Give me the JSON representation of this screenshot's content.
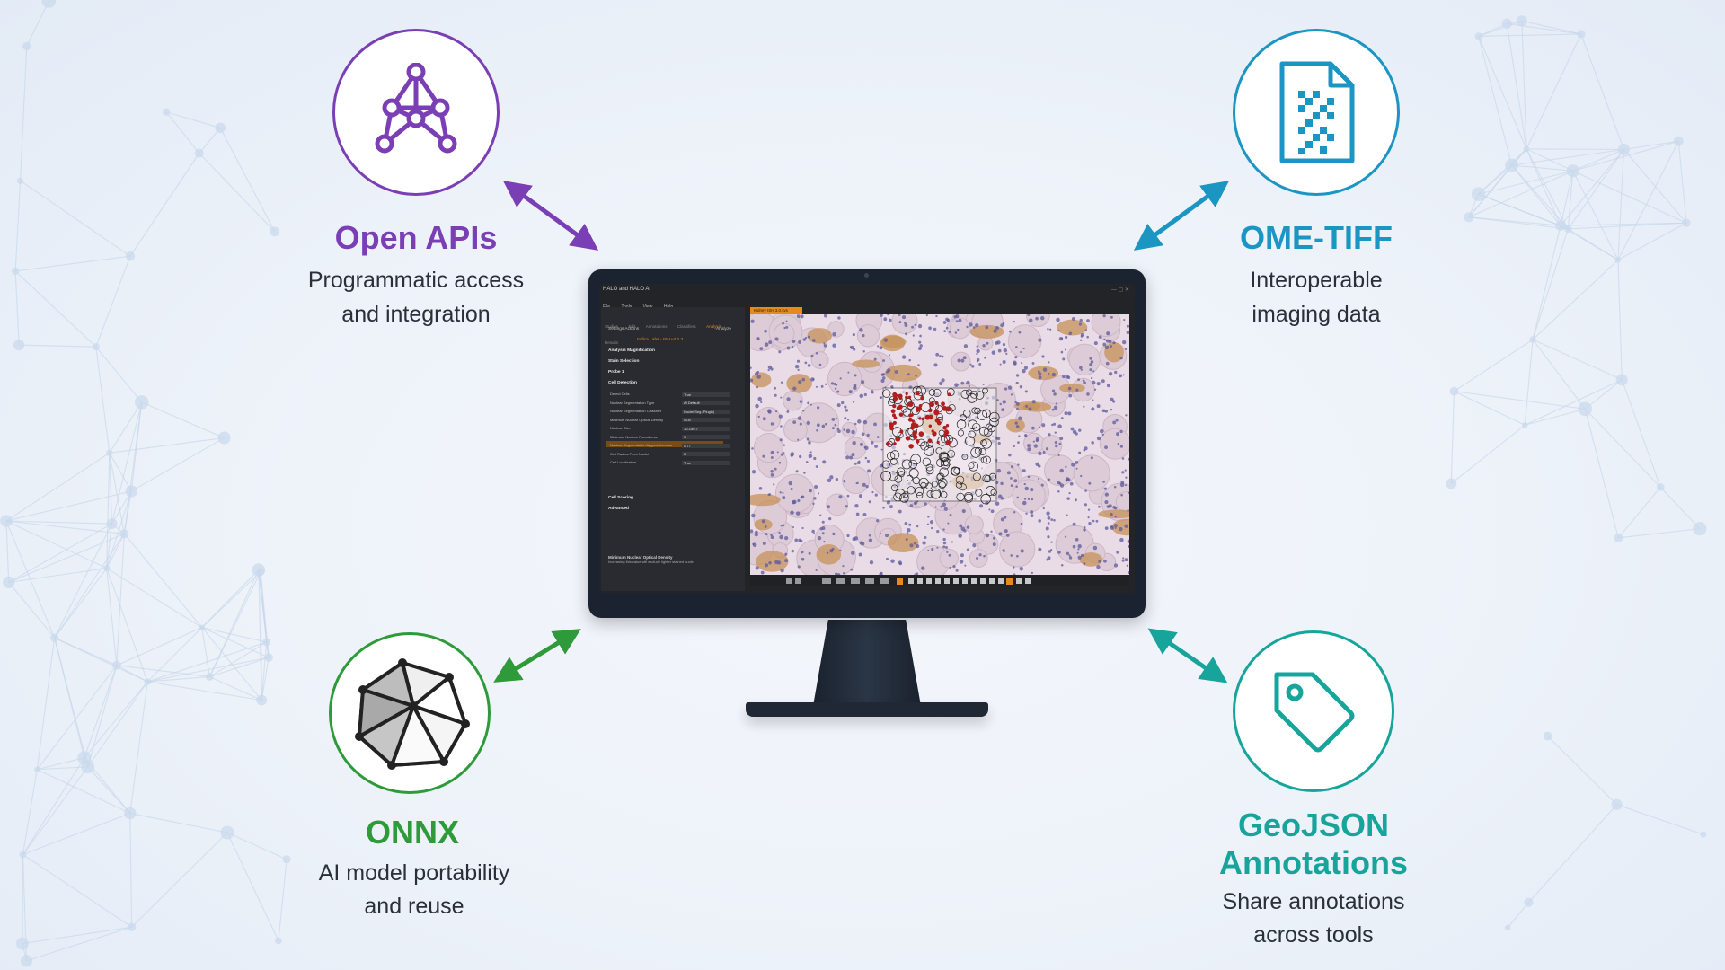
{
  "features": [
    {
      "id": "open-apis",
      "title": "Open APIs",
      "desc_line1": "Programmatic access",
      "desc_line2": "and integration",
      "color": "#7b3fb5",
      "icon": "network-graph-icon"
    },
    {
      "id": "ome-tiff",
      "title": "OME-TIFF",
      "desc_line1": "Interoperable",
      "desc_line2": "imaging data",
      "color": "#1b95c2",
      "icon": "document-grid-icon"
    },
    {
      "id": "onnx",
      "title": "ONNX",
      "desc_line1": "AI model portability",
      "desc_line2": "and reuse",
      "color": "#2f9a3a",
      "icon": "polyhedron-icon"
    },
    {
      "id": "geojson",
      "title_line1": "GeoJSON",
      "title_line2": "Annotations",
      "desc_line1": "Share annotations",
      "desc_line2": "across tools",
      "color": "#17a59b",
      "icon": "tag-icon"
    }
  ],
  "monitor": {
    "app_title": "HALO and HALO AI",
    "menu": [
      "File",
      "Tools",
      "View",
      "Help"
    ],
    "panel_tabs": [
      "Studies",
      "Edit",
      "Annotations",
      "Classifiers",
      "Analysis",
      "Results"
    ],
    "settings_label": "Settings Actions",
    "analyze_label": "Analyze",
    "analysis_label": "Indica Labs - ISH v4.2.3",
    "sections": [
      "Analysis Magnification",
      "Stain Selection",
      "Probe 1",
      "Cell Detection"
    ],
    "params": [
      {
        "label": "Detect Cells",
        "value": "True"
      },
      {
        "label": "Nuclear Segmentation Type",
        "value": "AI Default"
      },
      {
        "label": "Nuclear Segmentation Classifier",
        "value": "Nuclei Seg (Plugin)"
      },
      {
        "label": "Minimum Nuclear Optical Density",
        "value": "0.05"
      },
      {
        "label": "Nuclear Size",
        "value": "10-150.7"
      },
      {
        "label": "Minimum Nuclear Roundness",
        "value": "0"
      },
      {
        "label": "Nuclear Segmentation Aggressiveness",
        "value": "0.77"
      },
      {
        "label": "Cell Radius From Nuclei",
        "value": "5"
      },
      {
        "label": "Cell Localization",
        "value": "True"
      }
    ],
    "sections_after": [
      "Cell Scoring",
      "Advanced"
    ],
    "help_title": "Minimum Nuclear Optical Density",
    "help_text": "Increasing this value will exclude lighter stained nuclei",
    "viewer_tab": "Kidney ISH 3.0.svs"
  },
  "colors": {
    "purple": "#7b3fb5",
    "blue": "#1b95c2",
    "green": "#2f9a3a",
    "teal": "#17a59b",
    "accent": "#e58a1f"
  }
}
